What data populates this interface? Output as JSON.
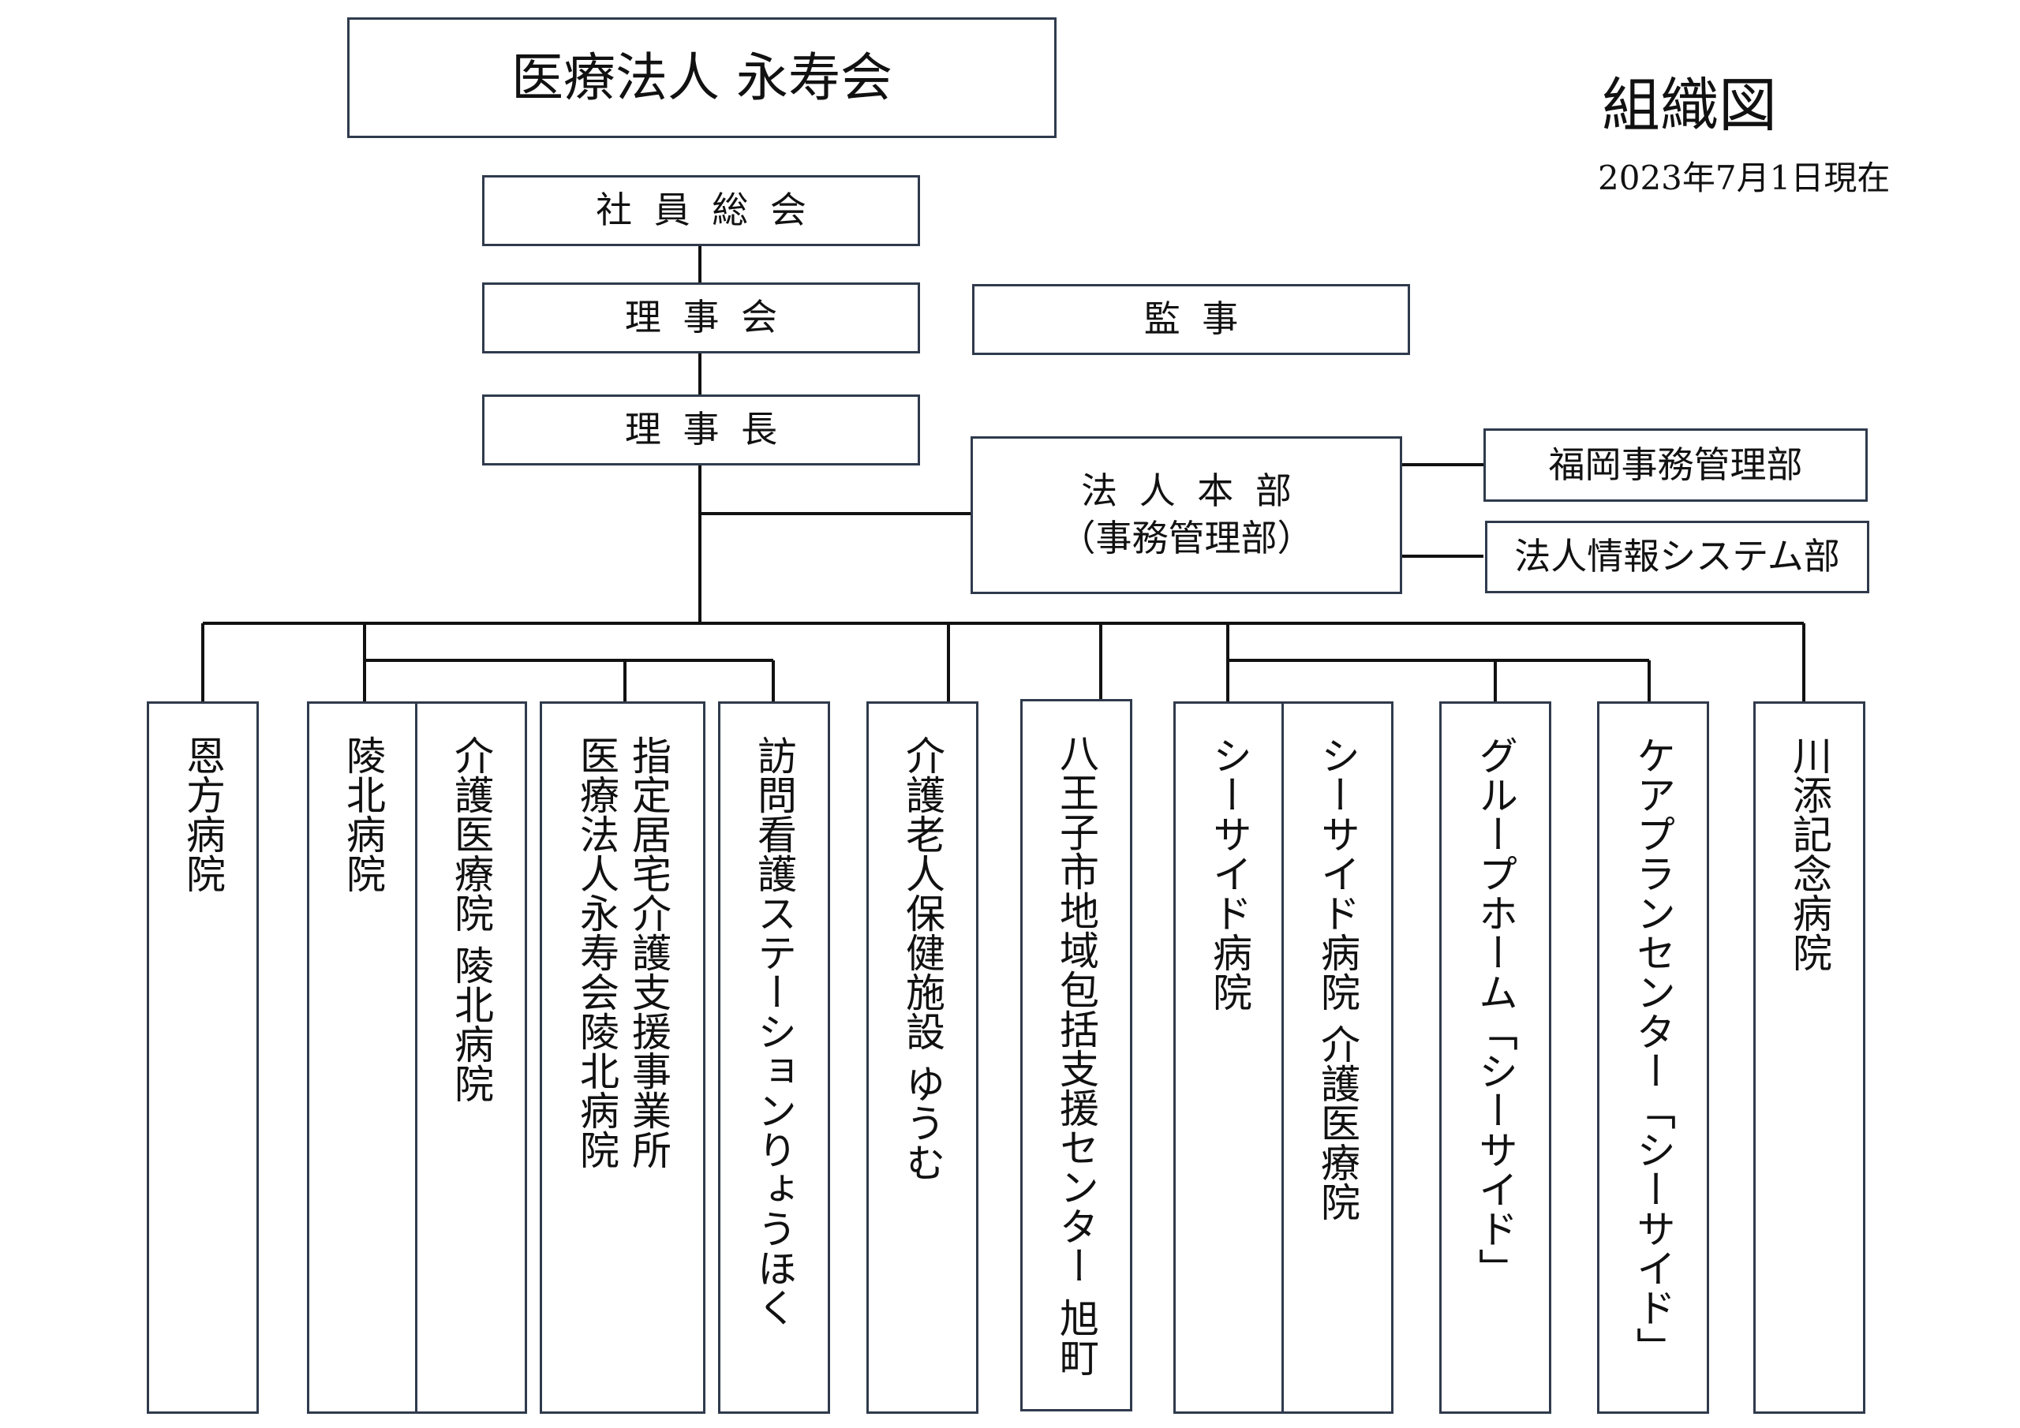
{
  "title": "医療法人 永寿会",
  "doc_title": "組織図",
  "as_of": "2023年7月1日現在",
  "governance": {
    "general_meeting": "社員総会",
    "board": "理事会",
    "auditor": "監事",
    "chairman": "理事長"
  },
  "headquarters": {
    "name": "法人本部",
    "sub": "（事務管理部）",
    "departments": [
      "福岡事務管理部",
      "法人情報システム部"
    ]
  },
  "facilities": [
    "恩方病院",
    "陵北病院",
    "介護医療院 陵北病院",
    "指定居宅介護支援事業所\n医療法人永寿会陵北病院",
    "訪問看護ステーションりょうほく",
    "介護老人保健施設 ゆうむ",
    "八王子市地域包括支援センター 旭町",
    "シーサイド病院",
    "シーサイド病院 介護医療院",
    "グループホーム「シーサイド」",
    "ケアプランセンター「シーサイド」",
    "川添記念病院"
  ],
  "colors": {
    "border": "#2f3a4c",
    "line": "#111111"
  }
}
